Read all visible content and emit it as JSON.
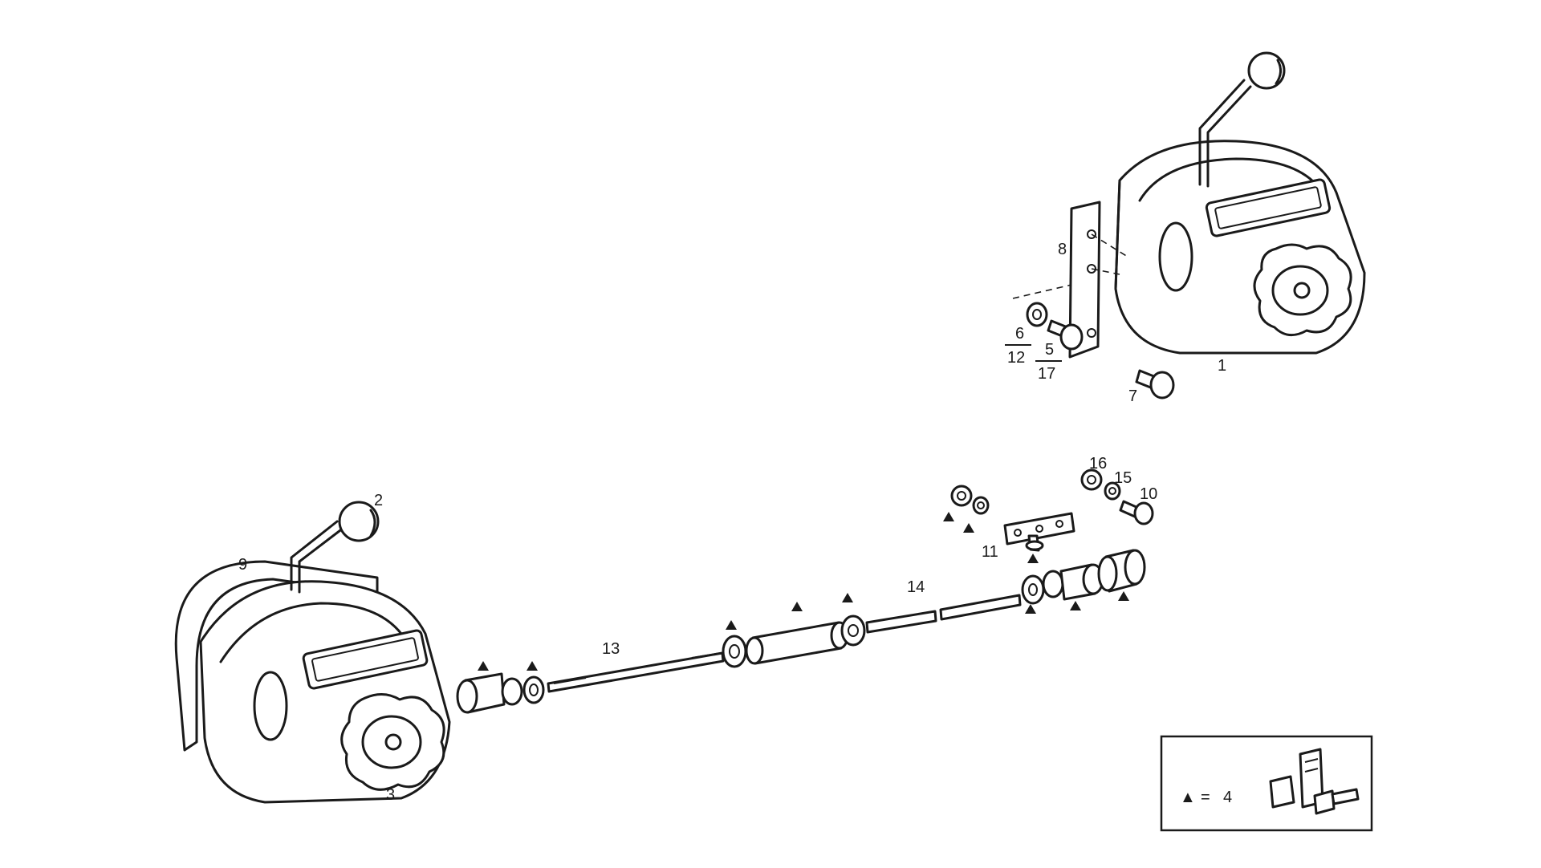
{
  "callouts": {
    "c1": "1",
    "c2": "2",
    "c3": "3",
    "c6": "6",
    "c12": "12",
    "c5": "5",
    "c17": "17",
    "c7": "7",
    "c8": "8",
    "c9": "9",
    "c10": "10",
    "c11": "11",
    "c13": "13",
    "c14": "14",
    "c15": "15",
    "c16": "16"
  },
  "legend": {
    "symbol": "▲",
    "equals": "=",
    "count": "4"
  }
}
